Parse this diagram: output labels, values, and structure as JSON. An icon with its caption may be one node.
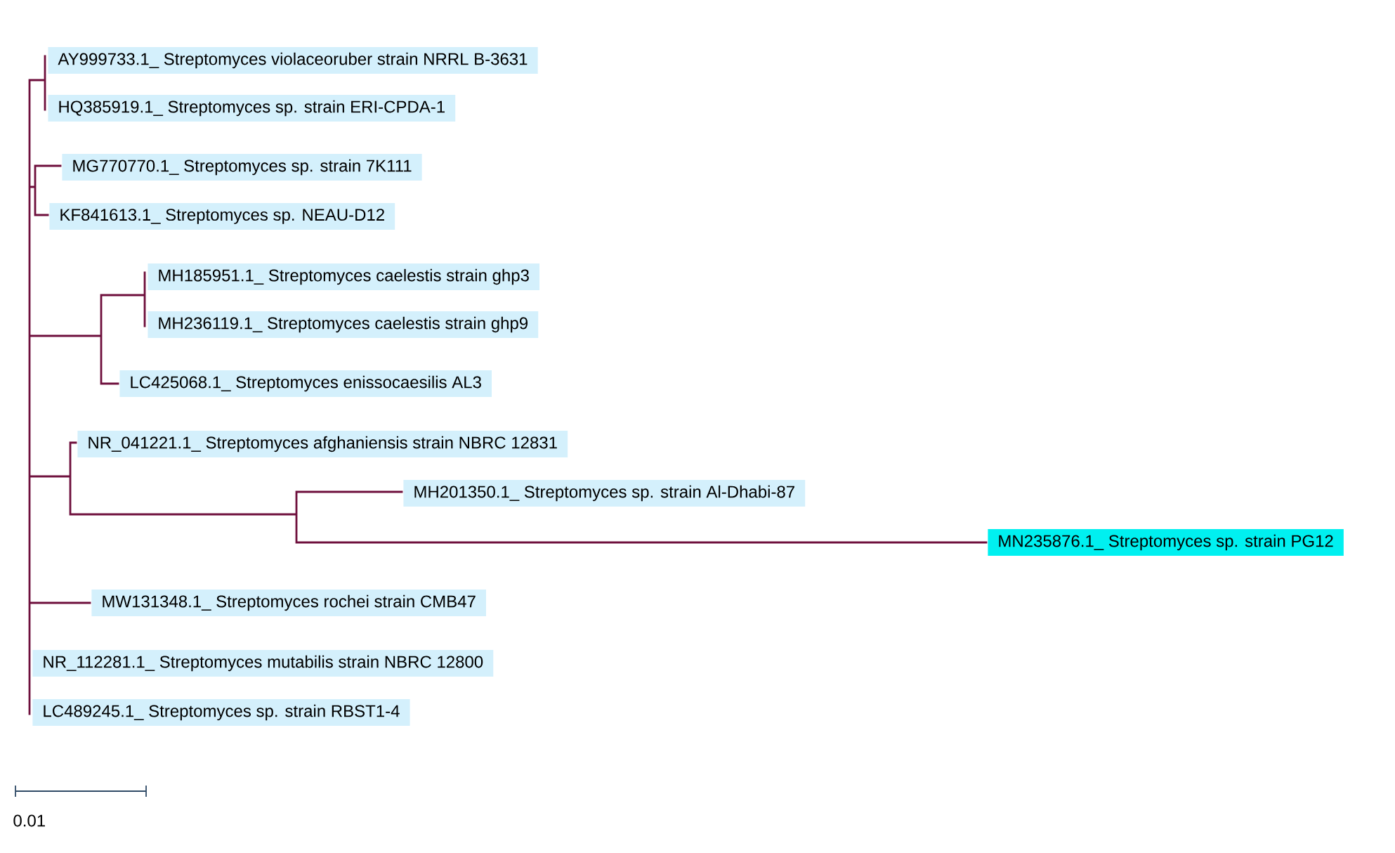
{
  "diagram": {
    "nodes": [
      {
        "text": [
          "AY999733.1_ Streptomyces violaceoruber strain NRRL B-3631"
        ]
      },
      {
        "text": [
          "HQ385919.1_ Streptomyces sp. strain ERI-CPDA-1"
        ]
      },
      {
        "text": [
          "MG770770.1_ Streptomyces sp. strain 7K111"
        ]
      },
      {
        "text": [
          "KF841613.1_ Streptomyces sp. NEAU-D12"
        ]
      },
      {
        "text": [
          "MH185951.1_ Streptomyces caelestis strain ghp3"
        ]
      },
      {
        "text": [
          "MH236119.1_ Streptomyces caelestis strain ghp9"
        ]
      },
      {
        "text": [
          "LC425068.1_ Streptomyces enissocaesilis AL3"
        ]
      },
      {
        "text": [
          "NR_041221.1_ Streptomyces afghaniensis strain NBRC 12831"
        ]
      },
      {
        "text": [
          "MH201350.1_ Streptomyces sp. strain Al-Dhabi-87"
        ]
      },
      {
        "text": [
          "MN235876.1_ Streptomyces sp. strain PG12"
        ]
      },
      {
        "text": [
          "MW131348.1_ Streptomyces rochei strain CMB47"
        ]
      },
      {
        "text": [
          "NR_112281.1_ Streptomyces mutabilis strain NBRC 12800"
        ]
      },
      {
        "text": [
          "LC489245.1_ Streptomyces sp. strain RBST1-4"
        ]
      }
    ],
    "labels": [
      "0.01"
    ]
  }
}
